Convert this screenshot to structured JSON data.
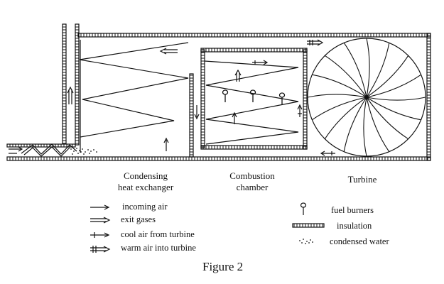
{
  "sections": {
    "heat_exchanger": [
      "Condensing",
      "heat exchanger"
    ],
    "combustion": [
      "Combustion",
      "chamber"
    ],
    "turbine": [
      "Turbine"
    ]
  },
  "legend": {
    "incoming_air": "incoming air",
    "exit_gases": "exit gases",
    "cool_air": "cool air from turbine",
    "warm_air": "warm air into turbine",
    "fuel_burners": "fuel burners",
    "insulation": "insulation",
    "condensed_water": "condensed water"
  },
  "caption": "Figure 2",
  "colors": {
    "line": "#111111",
    "background": "#ffffff"
  }
}
